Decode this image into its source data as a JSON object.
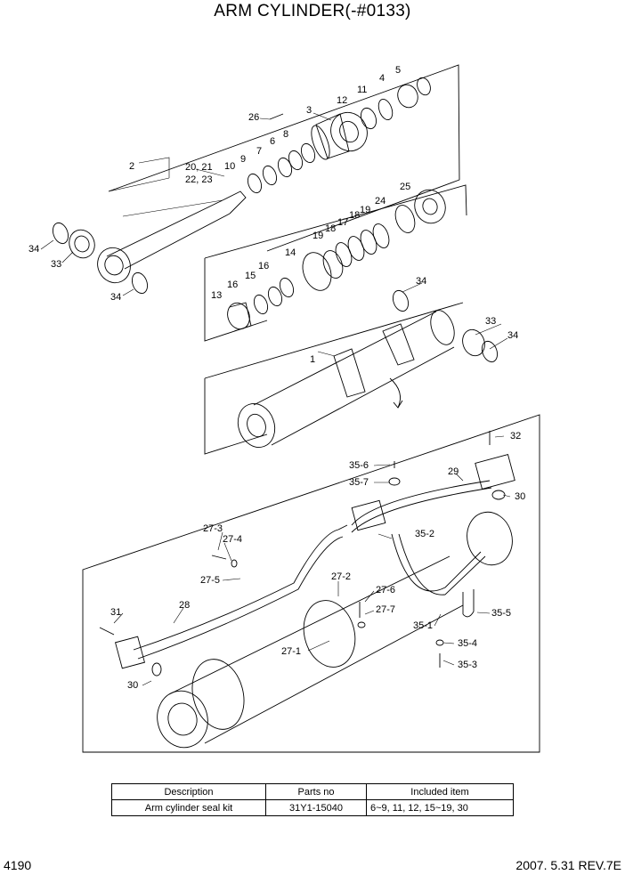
{
  "title": "ARM CYLINDER(-#0133)",
  "callouts": [
    {
      "id": "c1",
      "text": "1"
    },
    {
      "id": "c2",
      "text": "2"
    },
    {
      "id": "c3",
      "text": "3"
    },
    {
      "id": "c4",
      "text": "4"
    },
    {
      "id": "c5",
      "text": "5"
    },
    {
      "id": "c6",
      "text": "6"
    },
    {
      "id": "c7",
      "text": "7"
    },
    {
      "id": "c8",
      "text": "8"
    },
    {
      "id": "c9",
      "text": "9"
    },
    {
      "id": "c10",
      "text": "10"
    },
    {
      "id": "c11",
      "text": "11"
    },
    {
      "id": "c12",
      "text": "12"
    },
    {
      "id": "c13",
      "text": "13"
    },
    {
      "id": "c14",
      "text": "14"
    },
    {
      "id": "c15",
      "text": "15"
    },
    {
      "id": "c16a",
      "text": "16"
    },
    {
      "id": "c16b",
      "text": "16"
    },
    {
      "id": "c17",
      "text": "17"
    },
    {
      "id": "c18a",
      "text": "18"
    },
    {
      "id": "c18b",
      "text": "18"
    },
    {
      "id": "c19a",
      "text": "19"
    },
    {
      "id": "c19b",
      "text": "19"
    },
    {
      "id": "c2021",
      "text": "20, 21"
    },
    {
      "id": "c2223",
      "text": "22, 23"
    },
    {
      "id": "c24",
      "text": "24"
    },
    {
      "id": "c25",
      "text": "25"
    },
    {
      "id": "c26",
      "text": "26"
    },
    {
      "id": "c33a",
      "text": "33"
    },
    {
      "id": "c33b",
      "text": "33"
    },
    {
      "id": "c34a",
      "text": "34"
    },
    {
      "id": "c34b",
      "text": "34"
    },
    {
      "id": "c34c",
      "text": "34"
    },
    {
      "id": "c34d",
      "text": "34"
    },
    {
      "id": "c27_1",
      "text": "27-1"
    },
    {
      "id": "c27_2",
      "text": "27-2"
    },
    {
      "id": "c27_3",
      "text": "27-3"
    },
    {
      "id": "c27_4",
      "text": "27-4"
    },
    {
      "id": "c27_5",
      "text": "27-5"
    },
    {
      "id": "c27_6",
      "text": "27-6"
    },
    {
      "id": "c27_7",
      "text": "27-7"
    },
    {
      "id": "c28",
      "text": "28"
    },
    {
      "id": "c29",
      "text": "29"
    },
    {
      "id": "c30a",
      "text": "30"
    },
    {
      "id": "c30b",
      "text": "30"
    },
    {
      "id": "c31",
      "text": "31"
    },
    {
      "id": "c32",
      "text": "32"
    },
    {
      "id": "c35_1",
      "text": "35-1"
    },
    {
      "id": "c35_2",
      "text": "35-2"
    },
    {
      "id": "c35_3",
      "text": "35-3"
    },
    {
      "id": "c35_4",
      "text": "35-4"
    },
    {
      "id": "c35_5",
      "text": "35-5"
    },
    {
      "id": "c35_6",
      "text": "35-6"
    },
    {
      "id": "c35_7",
      "text": "35-7"
    }
  ],
  "kit_table": {
    "headers": [
      "Description",
      "Parts no",
      "Included item"
    ],
    "rows": [
      {
        "description": "Arm cylinder seal kit",
        "parts_no": "31Y1-15040",
        "included": "6~9, 11, 12, 15~19, 30"
      }
    ]
  },
  "footer": {
    "page_number": "4190",
    "revision": "2007. 5.31  REV.7E"
  }
}
